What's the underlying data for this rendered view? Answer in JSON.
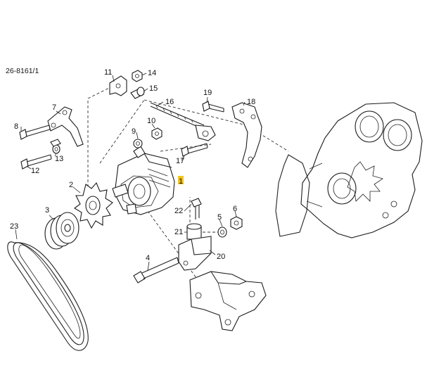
{
  "diagram": {
    "reference": "26-8161/1",
    "highlight_color": "#f5c518",
    "callouts": [
      {
        "id": "n1",
        "text": "1"
      },
      {
        "id": "n2",
        "text": "2"
      },
      {
        "id": "n3",
        "text": "3"
      },
      {
        "id": "n4",
        "text": "4"
      },
      {
        "id": "n5",
        "text": "5"
      },
      {
        "id": "n6",
        "text": "6"
      },
      {
        "id": "n7",
        "text": "7"
      },
      {
        "id": "n8",
        "text": "8"
      },
      {
        "id": "n9",
        "text": "9"
      },
      {
        "id": "n10",
        "text": "10"
      },
      {
        "id": "n11",
        "text": "11"
      },
      {
        "id": "n12",
        "text": "12"
      },
      {
        "id": "n13",
        "text": "13"
      },
      {
        "id": "n14",
        "text": "14"
      },
      {
        "id": "n15",
        "text": "15"
      },
      {
        "id": "n16",
        "text": "16"
      },
      {
        "id": "n17",
        "text": "17"
      },
      {
        "id": "n18",
        "text": "18"
      },
      {
        "id": "n19",
        "text": "19"
      },
      {
        "id": "n20",
        "text": "20"
      },
      {
        "id": "n21",
        "text": "21"
      },
      {
        "id": "n22",
        "text": "22"
      },
      {
        "id": "n23",
        "text": "23"
      }
    ]
  }
}
